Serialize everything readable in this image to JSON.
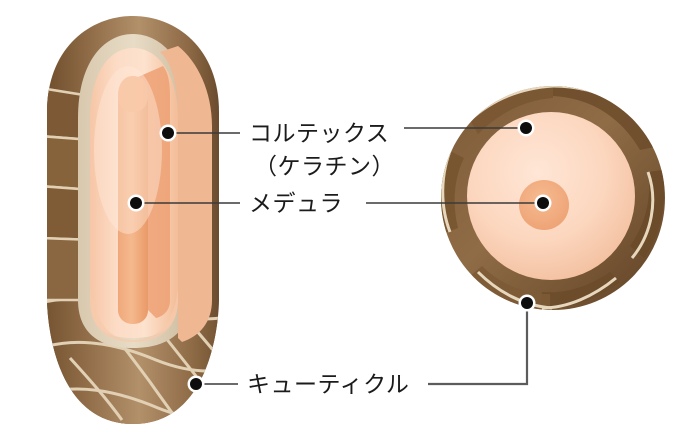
{
  "figure": {
    "title": "hair-structure-diagram",
    "background": "#ffffff"
  },
  "labels": {
    "cortex": {
      "line1": "コルテックス",
      "line2_open": "（",
      "line2_accent": "ケラチン",
      "line2_close": "）",
      "accent_color": "#e8491e",
      "text_color": "#1b1b1b"
    },
    "medulla": {
      "text": "メデュラ",
      "text_color": "#1b1b1b"
    },
    "cuticle": {
      "text": "キューティクル",
      "text_color": "#1b1b1b"
    }
  },
  "colors": {
    "cuticle_dark": "#6b4b2b",
    "cuticle_mid": "#8a6742",
    "cuticle_light": "#b08e63",
    "cuticle_edge": "#e6d5bb",
    "cortex_light": "#fbd9c2",
    "cortex_mid": "#f7c7a8",
    "cortex_shade": "#efb491",
    "medulla": "#f0a878",
    "rim_beige": "#ded0b8",
    "leader_stroke": "#3a3a3a",
    "dot_fill": "#0d0d0d",
    "dot_halo": "#ffffff"
  },
  "parts": {
    "shaft_3d": "hair-shaft-cutaway",
    "cross_section": "hair-cross-section"
  }
}
